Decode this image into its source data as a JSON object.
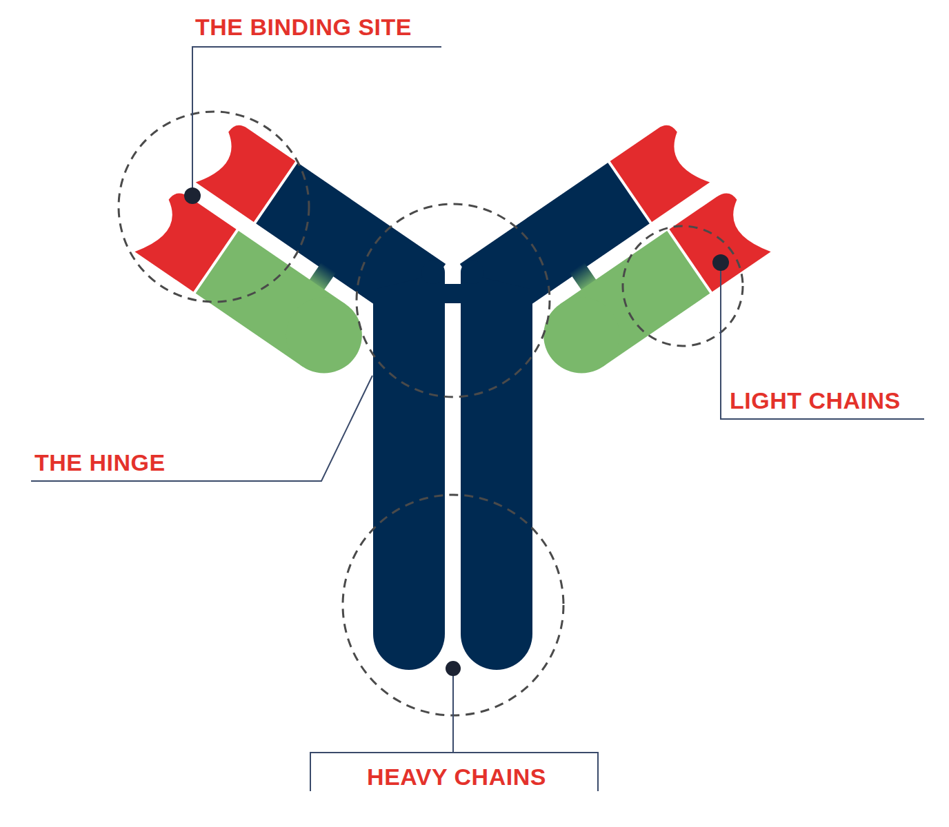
{
  "diagram": {
    "labels": [
      "THE BINDING SITE",
      "LIGHT CHAINS",
      "THE HINGE",
      "HEAVY CHAINS"
    ]
  }
}
